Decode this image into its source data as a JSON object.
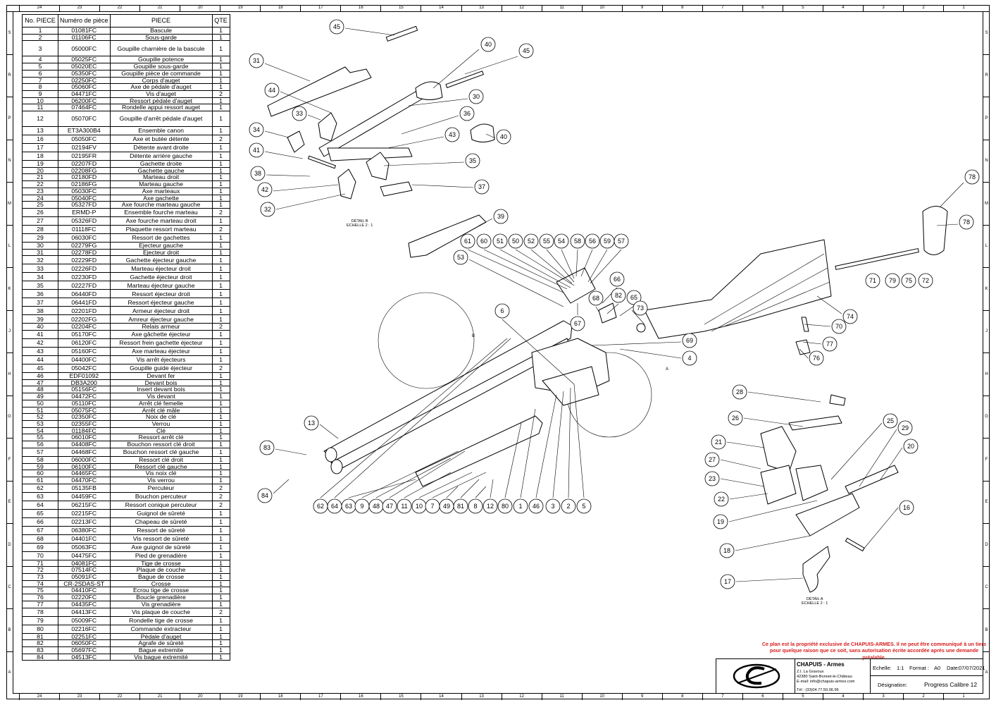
{
  "table": {
    "headers": [
      "No. PIECE",
      "Numéro de pièce",
      "PIECE",
      "QTE"
    ],
    "rows": [
      [
        "1",
        "01081FC",
        "Bascule",
        "1"
      ],
      [
        "2",
        "01106FC",
        "Sous-garde",
        "1"
      ],
      [
        "3",
        "05000FC",
        "Goupille charnière de la bascule",
        "1"
      ],
      [
        "4",
        "05025FC",
        "Goupille potence",
        "1"
      ],
      [
        "5",
        "05020EC",
        "Goupille sous-garde",
        "1"
      ],
      [
        "6",
        "05350FC",
        "Goupille pièce de commande",
        "1"
      ],
      [
        "7",
        "02250FC",
        "Corps d'auget",
        "1"
      ],
      [
        "8",
        "05060FC",
        "Axe de pédale d'auget",
        "1"
      ],
      [
        "9",
        "04471FC",
        "Vis d'auget",
        "2"
      ],
      [
        "10",
        "06200FC",
        "Ressort pédale d'auget",
        "1"
      ],
      [
        "11",
        "07464FC",
        "Rondelle appui ressort auget",
        "1"
      ],
      [
        "12",
        "05070FC",
        "Goupille d'arrêt pédale d'auget",
        "1"
      ],
      [
        "13",
        "ET3A300B4",
        "Ensemble canon",
        "1"
      ],
      [
        "16",
        "05050FC",
        "Axe et butée détente",
        "2"
      ],
      [
        "17",
        "02194FV",
        "Détente avant droite",
        "1"
      ],
      [
        "18",
        "02195FR",
        "Détente arrière gauche",
        "1"
      ],
      [
        "19",
        "02207FD",
        "Gachette droite",
        "1"
      ],
      [
        "20",
        "02208FG",
        "Gachette gauche",
        "1"
      ],
      [
        "21",
        "02180FD",
        "Marteau droit",
        "1"
      ],
      [
        "22",
        "02186FG",
        "Marteau gauche",
        "1"
      ],
      [
        "23",
        "05030FC",
        "Axe marteaux",
        "1"
      ],
      [
        "24",
        "05040FC",
        "Axe gachette",
        "1"
      ],
      [
        "25",
        "05327FD",
        "Axe fourche marteau gauche",
        "1"
      ],
      [
        "26",
        "ERMD-P",
        "Ensemble fourche marteau",
        "2"
      ],
      [
        "27",
        "05326FD",
        "Axe fourche marteau droit",
        "1"
      ],
      [
        "28",
        "01118FC",
        "Plaquette ressort marteau",
        "2"
      ],
      [
        "29",
        "06030FC",
        "Ressort de gachettes",
        "1"
      ],
      [
        "30",
        "02279FG",
        "Ejecteur gauche",
        "1"
      ],
      [
        "31",
        "02278FD",
        "Ejecteur droit",
        "1"
      ],
      [
        "32",
        "02229FD",
        "Gachette éjecteur gauche",
        "1"
      ],
      [
        "33",
        "02226FD",
        "Marteau éjecteur droit",
        "1"
      ],
      [
        "34",
        "02230FD",
        "Gachette éjecteur droit",
        "1"
      ],
      [
        "35",
        "02227FD",
        "Marteau éjecteur gauche",
        "1"
      ],
      [
        "36",
        "06440FD",
        "Ressort éjecteur droit",
        "1"
      ],
      [
        "37",
        "06441FD",
        "Ressort éjecteur gauche",
        "1"
      ],
      [
        "38",
        "02201FD",
        "Armeur éjecteur droit",
        "1"
      ],
      [
        "39",
        "02202FG",
        "Amreur éjecteur gauche",
        "1"
      ],
      [
        "40",
        "02204FC",
        "Relais armeur",
        "2"
      ],
      [
        "41",
        "05170FC",
        "Axe gâchette éjecteur",
        "1"
      ],
      [
        "42",
        "06120FC",
        "Ressort frein gachette éjecteur",
        "1"
      ],
      [
        "43",
        "05160FC",
        "Axe marteau éjecteur",
        "1"
      ],
      [
        "44",
        "04400FC",
        "Vis arrêt éjecteurs",
        "1"
      ],
      [
        "45",
        "05042FC",
        "Goupille guide éjecteur",
        "2"
      ],
      [
        "46",
        "EDF01092",
        "Devant fer",
        "1"
      ],
      [
        "47",
        "DB3A200",
        "Devant bois",
        "1"
      ],
      [
        "48",
        "05156FC",
        "Insert devant bois",
        "1"
      ],
      [
        "49",
        "04472FC",
        "Vis devant",
        "1"
      ],
      [
        "50",
        "05110FC",
        "Arrêt clé femelle",
        "1"
      ],
      [
        "51",
        "05075FC",
        "Arrêt clé mâle",
        "1"
      ],
      [
        "52",
        "02350FC",
        "Noix de clé",
        "1"
      ],
      [
        "53",
        "02355FC",
        "Verrou",
        "1"
      ],
      [
        "54",
        "01184FC",
        "Clé",
        "1"
      ],
      [
        "55",
        "06010FC",
        "Ressort arrêt clé",
        "1"
      ],
      [
        "56",
        "04408FC",
        "Bouchon ressort clé droit",
        "1"
      ],
      [
        "57",
        "04468FC",
        "Bouchon ressort clé gauche",
        "1"
      ],
      [
        "58",
        "06000FC",
        "Ressort clé droit",
        "1"
      ],
      [
        "59",
        "06100FC",
        "Ressort clé gauche",
        "1"
      ],
      [
        "60",
        "04465FC",
        "Vis noix clé",
        "1"
      ],
      [
        "61",
        "04470FC",
        "Vis verrou",
        "1"
      ],
      [
        "62",
        "05135FB",
        "Percuteur",
        "2"
      ],
      [
        "63",
        "04459FC",
        "Bouchon percuteur",
        "2"
      ],
      [
        "64",
        "06215FC",
        "Ressort conique percuteur",
        "2"
      ],
      [
        "65",
        "02215FC",
        "Guignol de sûreté",
        "1"
      ],
      [
        "66",
        "02213FC",
        "Chapeau de sûreté",
        "1"
      ],
      [
        "67",
        "06380FC",
        "Ressort de sûreté",
        "1"
      ],
      [
        "68",
        "04401FC",
        "Vis ressort de sûreté",
        "1"
      ],
      [
        "69",
        "05063FC",
        "Axe guignol de sûreté",
        "1"
      ],
      [
        "70",
        "04475FC",
        "Pied de grenadière",
        "1"
      ],
      [
        "71",
        "04081FC",
        "Tige de crosse",
        "1"
      ],
      [
        "72",
        "07514FC",
        "Plaque de couche",
        "1"
      ],
      [
        "73",
        "05091FC",
        "Bague de crosse",
        "1"
      ],
      [
        "74",
        "CR-2SDAS-ST",
        "Crosse",
        "1"
      ],
      [
        "75",
        "04410FC",
        "Ecrou tige de crosse",
        "1"
      ],
      [
        "76",
        "02220FC",
        "Boucle grenadière",
        "1"
      ],
      [
        "77",
        "04435FC",
        "Vis grenadière",
        "1"
      ],
      [
        "78",
        "04413FC",
        "Vis plaque de couche",
        "2"
      ],
      [
        "79",
        "05009FC",
        "Rondelle tige de crosse",
        "1"
      ],
      [
        "80",
        "02216FC",
        "Commande extracteur",
        "1"
      ],
      [
        "81",
        "02251FC",
        "Pédale d'auget",
        "1"
      ],
      [
        "82",
        "06050FC",
        "Agrafe de sûreté",
        "1"
      ],
      [
        "83",
        "05697FC",
        "Bague extremite",
        "1"
      ],
      [
        "84",
        "04513FC",
        "Vis bague extremité",
        "1"
      ]
    ]
  },
  "ruler": {
    "columns": [
      "24",
      "23",
      "22",
      "21",
      "20",
      "19",
      "18",
      "17",
      "16",
      "15",
      "14",
      "13",
      "12",
      "11",
      "10",
      "9",
      "8",
      "7",
      "6",
      "5",
      "4",
      "3",
      "2",
      "1"
    ],
    "rows": [
      "S",
      "R",
      "P",
      "N",
      "M",
      "L",
      "K",
      "J",
      "H",
      "G",
      "F",
      "E",
      "D",
      "C",
      "B",
      "A"
    ]
  },
  "callouts": [
    "45",
    "40",
    "45",
    "31",
    "44",
    "30",
    "33",
    "36",
    "34",
    "43",
    "40",
    "41",
    "35",
    "38",
    "42",
    "37",
    "32",
    "39",
    "61",
    "60",
    "51",
    "50",
    "52",
    "55",
    "54",
    "58",
    "56",
    "59",
    "57",
    "53",
    "66",
    "68",
    "82",
    "65",
    "73",
    "67",
    "6",
    "69",
    "4",
    "74",
    "70",
    "77",
    "76",
    "78",
    "78",
    "71",
    "79",
    "75",
    "72",
    "13",
    "83",
    "84",
    "62",
    "64",
    "63",
    "9",
    "48",
    "47",
    "11",
    "10",
    "7",
    "49",
    "81",
    "8",
    "12",
    "80",
    "1",
    "46",
    "3",
    "2",
    "5",
    "28",
    "26",
    "25",
    "29",
    "21",
    "27",
    "20",
    "23",
    "22",
    "19",
    "16",
    "18",
    "17"
  ],
  "detail_b": {
    "line1": "DÉTAIL B",
    "line2": "ECHELLE 2 : 1"
  },
  "detail_a": {
    "line1": "DÉTAIL A",
    "line2": "ECHELLE 2 : 1"
  },
  "detail_marks": {
    "a": "A",
    "b": "B"
  },
  "notice": "Ce plan est la propriété exclusive de CHAPUIS-ARMES. Il ne peut être communiqué à un tiers pour quelque raison que ce soit, sans autorisation écrite accordée après une demande préalable.",
  "titleblock": {
    "company": "CHAPUIS - Armes",
    "address1": "Z.I. La Gravoux",
    "address2": "42380 Saint-Bonnet-le-Château",
    "email": "E-mail: info@chapuis-armes.com",
    "phone": "Tél : (33)04.77.50.06.96",
    "echelle_label": "Echelle:",
    "echelle_value": "1:1",
    "format_label": "Format :",
    "format_value": "A0",
    "date_label": "Date:",
    "date_value": "07/07/2021",
    "designation_label": "Désignation:",
    "designation_value": "Progress Calibre 12"
  }
}
